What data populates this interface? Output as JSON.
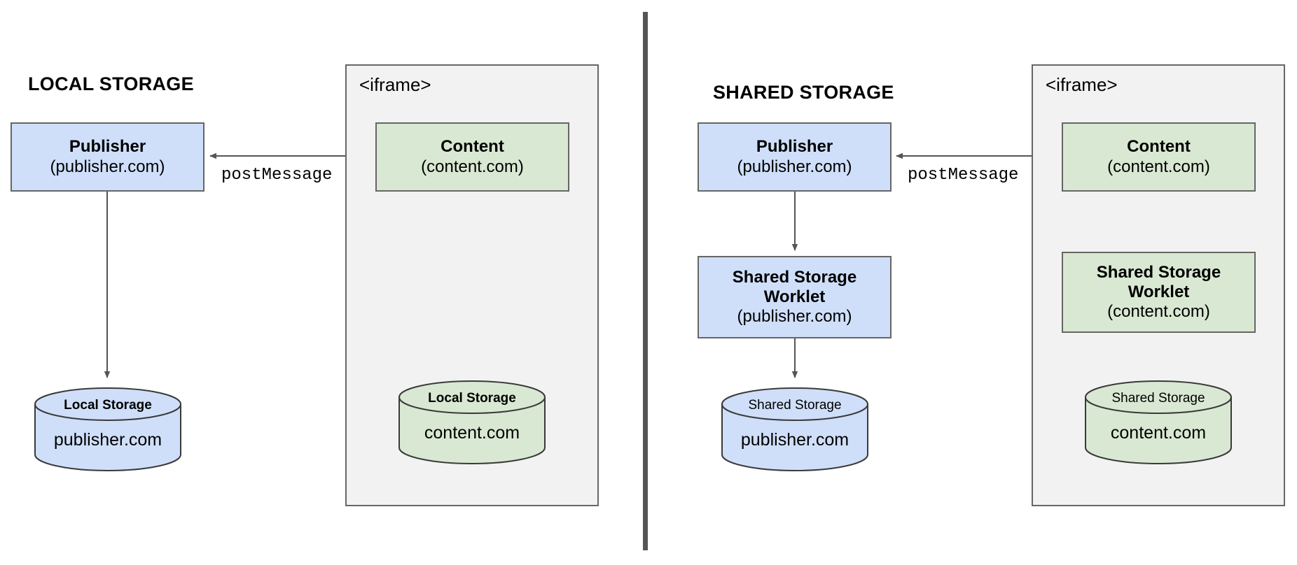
{
  "diagram": {
    "title_left": "LOCAL STORAGE",
    "title_right": "SHARED STORAGE",
    "iframe_label": "<iframe>",
    "edge_label": "postMessage",
    "colors": {
      "blue_fill": "#cfdffa",
      "green_fill": "#d9e8d2",
      "node_stroke": "#666666",
      "iframe_fill": "#f2f2f2",
      "divider": "#555555",
      "arrow": "#555555"
    }
  },
  "left_panel": {
    "heading": "LOCAL STORAGE",
    "iframe_label": "<iframe>",
    "edge_label": "postMessage",
    "publisher": {
      "title": "Publisher",
      "sub": "(publisher.com)"
    },
    "content": {
      "title": "Content",
      "sub": "(content.com)"
    },
    "publisher_store": {
      "top_label": "Local Storage",
      "body_label": "publisher.com"
    },
    "content_store": {
      "top_label": "Local Storage",
      "body_label": "content.com"
    }
  },
  "right_panel": {
    "heading": "SHARED STORAGE",
    "iframe_label": "<iframe>",
    "edge_label": "postMessage",
    "publisher": {
      "title": "Publisher",
      "sub": "(publisher.com)"
    },
    "content": {
      "title": "Content",
      "sub": "(content.com)"
    },
    "publisher_worklet": {
      "title_line1": "Shared Storage",
      "title_line2": "Worklet",
      "sub": "(publisher.com)"
    },
    "content_worklet": {
      "title_line1": "Shared Storage",
      "title_line2": "Worklet",
      "sub": "(content.com)"
    },
    "publisher_store": {
      "top_label": "Shared Storage",
      "body_label": "publisher.com"
    },
    "content_store": {
      "top_label": "Shared Storage",
      "body_label": "content.com"
    }
  }
}
